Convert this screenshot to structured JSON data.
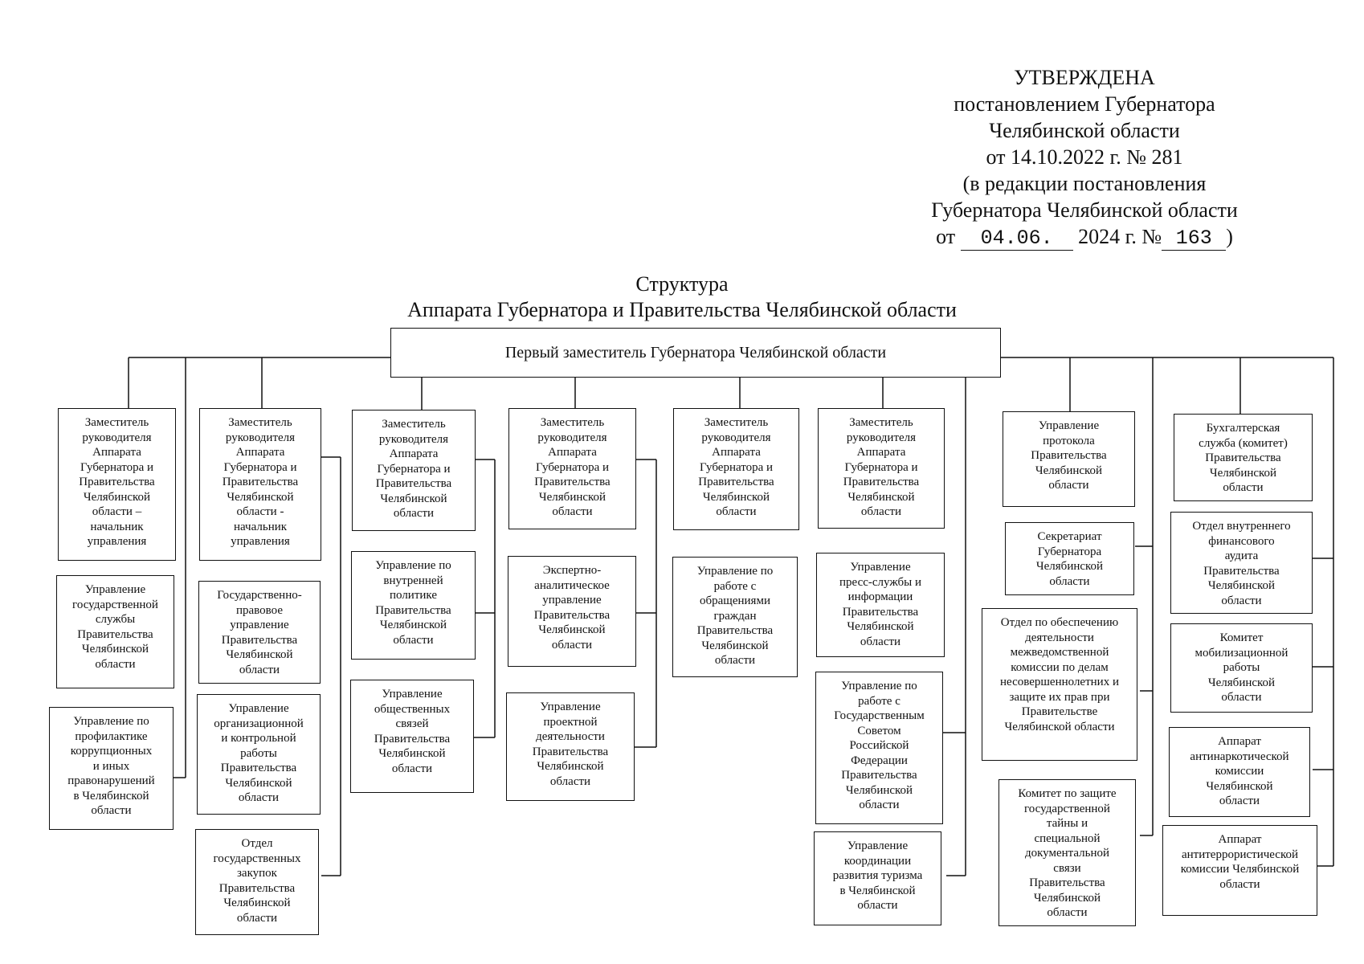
{
  "approval": {
    "line1": "УТВЕРЖДЕНА",
    "line2": "постановлением Губернатора",
    "line3": "Челябинской области",
    "line4": "от 14.10.2022 г. № 281",
    "line5": "(в редакции постановления",
    "line6": "Губернатора Челябинской области",
    "edition_prefix": "от",
    "edition_date": "04.06.",
    "edition_year": "2024 г.",
    "edition_number_sign": "№",
    "edition_number": "163",
    "edition_close": ")"
  },
  "title": {
    "line1": "Структура",
    "line2": "Аппарата Губернатора и Правительства Челябинской области"
  },
  "head": "Первый заместитель Губернатора Челябинской области",
  "columns": {
    "col1": {
      "deputy": "Заместитель\nруководителя\nАппарата\nГубернатора и\nПравительства\nЧелябинской\nобласти –\nначальник\nуправления",
      "u1": "Управление\nгосударственной\nслужбы\nПравительства\nЧелябинской\nобласти",
      "u2": "Управление по\nпрофилактике\nкоррупционных\nи иных\nправонарушений\nв Челябинской\nобласти"
    },
    "col2": {
      "deputy": "Заместитель\nруководителя\nАппарата\nГубернатора и\nПравительства\nЧелябинской\nобласти -\nначальник\nуправления",
      "u1": "Государственно-\nправовое\nуправление\nПравительства\nЧелябинской\nобласти",
      "u2": "Управление\nорганизационной\nи контрольной\nработы\nПравительства\nЧелябинской\nобласти",
      "u3": "Отдел\nгосударственных\nзакупок\nПравительства\nЧелябинской\nобласти"
    },
    "col3": {
      "deputy": "Заместитель\nруководителя\nАппарата\nГубернатора и\nПравительства\nЧелябинской\nобласти",
      "u1": "Управление по\nвнутренней\nполитике\nПравительства\nЧелябинской\nобласти",
      "u2": "Управление\nобщественных\nсвязей\nПравительства\nЧелябинской\nобласти"
    },
    "col4": {
      "deputy": "Заместитель\nруководителя\nАппарата\nГубернатора и\nПравительства\nЧелябинской\nобласти",
      "u1": "Экспертно-\nаналитическое\nуправление\nПравительства\nЧелябинской\nобласти",
      "u2": "Управление\nпроектной\nдеятельности\nПравительства\nЧелябинской\nобласти"
    },
    "col5": {
      "deputy": "Заместитель\nруководителя\nАппарата\nГубернатора и\nПравительства\nЧелябинской\nобласти",
      "u1": "Управление по\nработе с\nобращениями\nграждан\nПравительства\nЧелябинской\nобласти"
    },
    "col6": {
      "deputy": "Заместитель\nруководителя\nАппарата\nГубернатора и\nПравительства\nЧелябинской\nобласти",
      "u1": "Управление\nпресс-службы и\nинформации\nПравительства\nЧелябинской\nобласти",
      "u2": "Управление по\nработе с\nГосударственным\nСоветом\nРоссийской\nФедерации\nПравительства\nЧелябинской\nобласти",
      "u3": "Управление\nкоординации\nразвития туризма\nв Челябинской\nобласти"
    },
    "col7": {
      "u1": "Управление\nпротокола\nПравительства\nЧелябинской\nобласти",
      "u2": "Секретариат\nГубернатора\nЧелябинской\nобласти",
      "u3": "Отдел по обеспечению\nдеятельности\nмежведомственной\nкомиссии по делам\nнесовершеннолетних и\nзащите их прав при\nПравительстве\nЧелябинской области",
      "u4": "Комитет по защите\nгосударственной\nтайны  и\nспециальной\nдокументальной\nсвязи\nПравительства\nЧелябинской\nобласти"
    },
    "col8": {
      "u1": "Бухгалтерская\nслужба (комитет)\nПравительства\nЧелябинской\nобласти",
      "u2": "Отдел внутреннего\nфинансового\nаудита\nПравительства\nЧелябинской\nобласти",
      "u3": "Комитет\nмобилизационной\nработы\nЧелябинской\nобласти",
      "u4": "Аппарат\nантинаркотической\nкомиссии\nЧелябинской\nобласти",
      "u5": "Аппарат\nантитеррористической\nкомисcии Челябинской\nобласти"
    }
  }
}
